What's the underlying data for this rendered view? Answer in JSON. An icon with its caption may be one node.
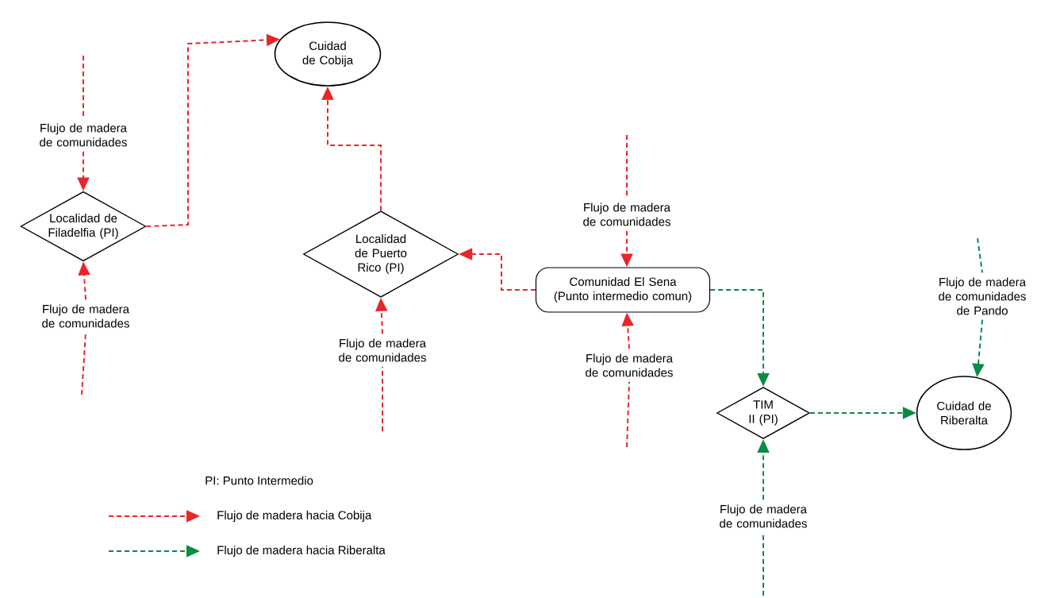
{
  "diagram": {
    "nodes": [
      {
        "text": [
          "Cuidad de Cobija"
        ]
      },
      {
        "text": [
          "Flujo de madera de comunidades"
        ]
      },
      {
        "text": [
          "Localidad de Filadelfia (PI)"
        ]
      },
      {
        "text": [
          "Flujo de madera de comunidades"
        ]
      },
      {
        "text": [
          "Localidad de Puerto Rico (PI)"
        ]
      },
      {
        "text": [
          "Flujo de madera de comunidades"
        ]
      },
      {
        "text": [
          "Flujo de madera de comunidades"
        ]
      },
      {
        "text": [
          "Comunidad El Sena (Punto intermedio comun)"
        ]
      },
      {
        "text": [
          "Flujo de madera de comunidades"
        ]
      },
      {
        "text": [
          "TIM II (PI)"
        ]
      },
      {
        "text": [
          "Flujo de madera de comunidades"
        ]
      },
      {
        "text": [
          "Cuidad de Riberalta"
        ]
      },
      {
        "text": [
          "Flujo de madera de comunidades de Pando"
        ]
      }
    ],
    "edges": [
      {
        "from": null,
        "to": 1,
        "arrow": "none",
        "style": "dashed"
      },
      {
        "from": 1,
        "to": 2,
        "arrow": "to",
        "style": "dashed"
      },
      {
        "from": null,
        "to": 3,
        "arrow": "none",
        "style": "dashed"
      },
      {
        "from": 3,
        "to": 2,
        "arrow": "to",
        "style": "dashed"
      },
      {
        "from": 2,
        "to": 0,
        "arrow": "to",
        "style": "dashed"
      },
      {
        "from": null,
        "to": 5,
        "arrow": "none",
        "style": "dashed"
      },
      {
        "from": 5,
        "to": 4,
        "arrow": "to",
        "style": "dashed"
      },
      {
        "from": 4,
        "to": 0,
        "arrow": "to",
        "style": "dashed"
      },
      {
        "from": null,
        "to": 6,
        "arrow": "none",
        "style": "dashed"
      },
      {
        "from": 6,
        "to": 7,
        "arrow": "to",
        "style": "dashed"
      },
      {
        "from": null,
        "to": 8,
        "arrow": "none",
        "style": "dashed"
      },
      {
        "from": 8,
        "to": 7,
        "arrow": "to",
        "style": "dashed"
      },
      {
        "from": 7,
        "to": 4,
        "arrow": "to",
        "style": "dashed"
      },
      {
        "from": 7,
        "to": 9,
        "arrow": "to",
        "style": "dashed",
        "color": "#0a8c45"
      },
      {
        "from": null,
        "to": 10,
        "arrow": "none",
        "style": "dashed",
        "color": "#0a8c45"
      },
      {
        "from": 10,
        "to": 9,
        "arrow": "to",
        "style": "dashed",
        "color": "#0a8c45"
      },
      {
        "from": 9,
        "to": 11,
        "arrow": "to",
        "style": "dashed",
        "color": "#0a8c45"
      },
      {
        "from": null,
        "to": 12,
        "arrow": "none",
        "style": "dashed",
        "color": "#0a8c45"
      },
      {
        "from": 12,
        "to": 11,
        "arrow": "to",
        "style": "dashed",
        "color": "#0a8c45"
      }
    ],
    "labels": [
      "PI: Punto Intermedio"
    ],
    "legend": [
      {
        "text": "Flujo de madera hacia Cobija"
      },
      {
        "text": "Flujo de madera hacia Riberalta"
      }
    ]
  }
}
